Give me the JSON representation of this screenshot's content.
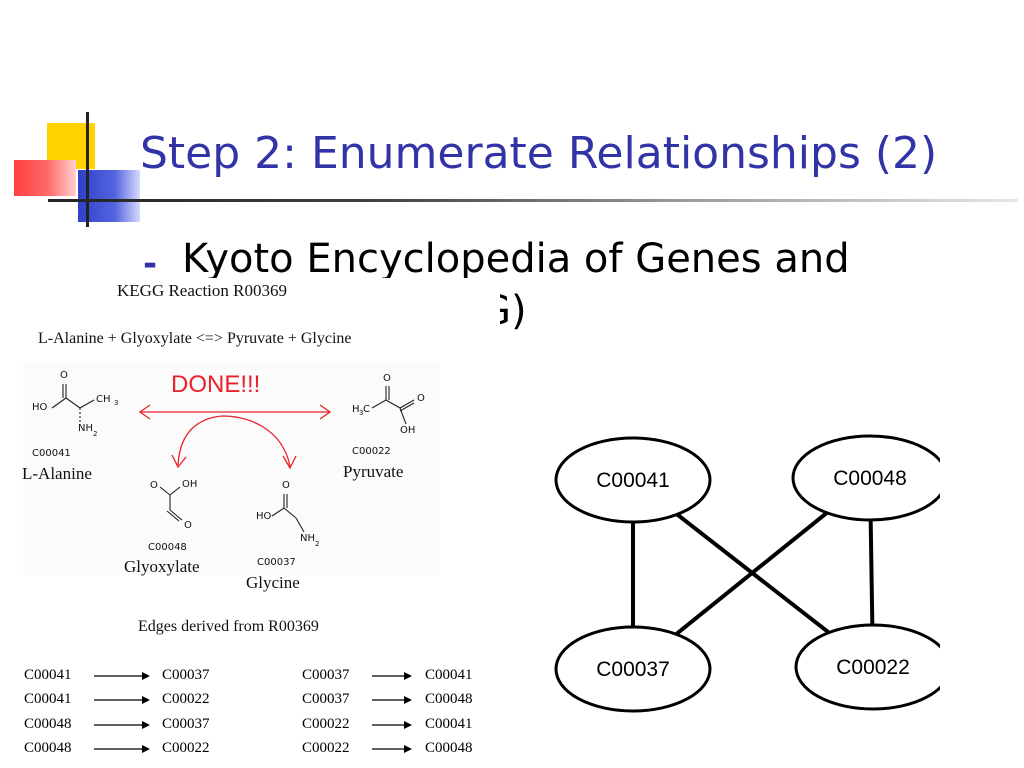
{
  "slide": {
    "title": "Step 2: Enumerate Relationships (2)",
    "bullet": {
      "marker": "-",
      "line1": "Kyoto Encyclopedia of Genes and",
      "line2_visible": "G)"
    }
  },
  "kegg": {
    "reaction_title": "KEGG Reaction R00369",
    "equation": "L-Alanine + Glyoxylate <=> Pyruvate + Glycine",
    "done_label": "DONE!!!",
    "compounds": [
      {
        "id": "C00041",
        "name": "L-Alanine"
      },
      {
        "id": "C00022",
        "name": "Pyruvate"
      },
      {
        "id": "C00048",
        "name": "Glyoxylate"
      },
      {
        "id": "C00037",
        "name": "Glycine"
      }
    ],
    "atoms": {
      "o": "O",
      "ho": "HO",
      "oh": "OH",
      "ch3": "CH",
      "sub3": "3",
      "nh": "NH",
      "sub2": "2",
      "h": "H",
      "c": "C"
    },
    "edges_title": "Edges derived from R00369",
    "edges": [
      {
        "from": "C00041",
        "to": "C00037"
      },
      {
        "from": "C00041",
        "to": "C00022"
      },
      {
        "from": "C00048",
        "to": "C00037"
      },
      {
        "from": "C00048",
        "to": "C00022"
      },
      {
        "from": "C00037",
        "to": "C00041"
      },
      {
        "from": "C00037",
        "to": "C00048"
      },
      {
        "from": "C00022",
        "to": "C00041"
      },
      {
        "from": "C00022",
        "to": "C00048"
      }
    ]
  },
  "graph": {
    "nodes": [
      "C00041",
      "C00048",
      "C00037",
      "C00022"
    ],
    "links": [
      [
        "C00041",
        "C00037"
      ],
      [
        "C00048",
        "C00022"
      ],
      [
        "C00041",
        "C00022"
      ],
      [
        "C00048",
        "C00037"
      ]
    ]
  }
}
